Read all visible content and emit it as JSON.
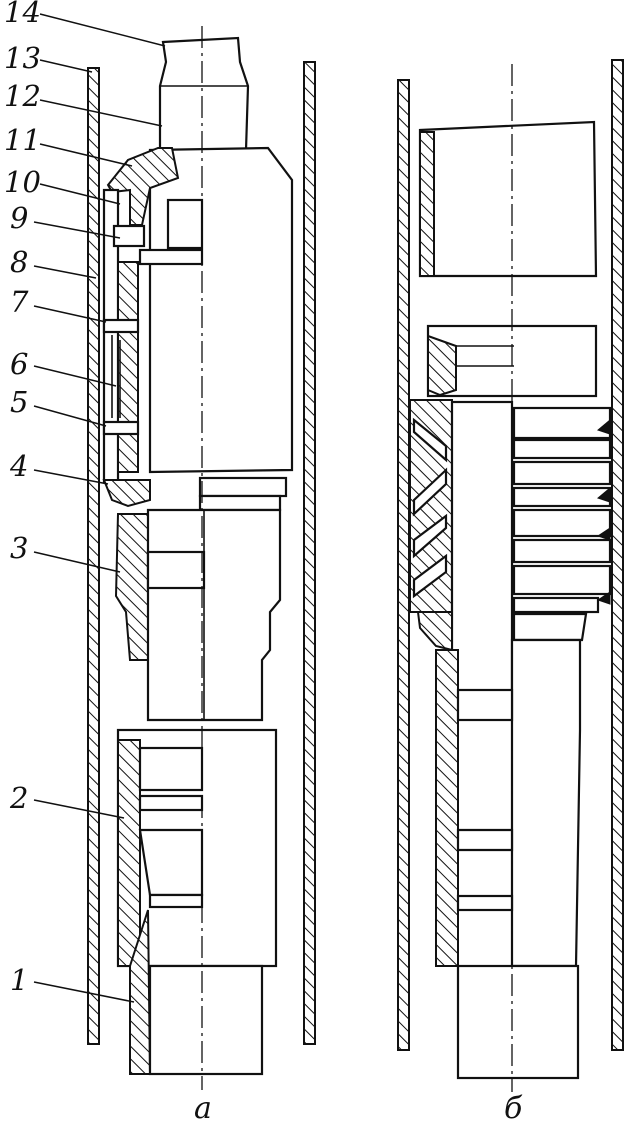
{
  "figure": {
    "part_labels": [
      "14",
      "13",
      "12",
      "11",
      "10",
      "9",
      "8",
      "7",
      "6",
      "5",
      "4",
      "3",
      "2",
      "1"
    ],
    "captions": {
      "left": "а",
      "right": "б"
    }
  }
}
